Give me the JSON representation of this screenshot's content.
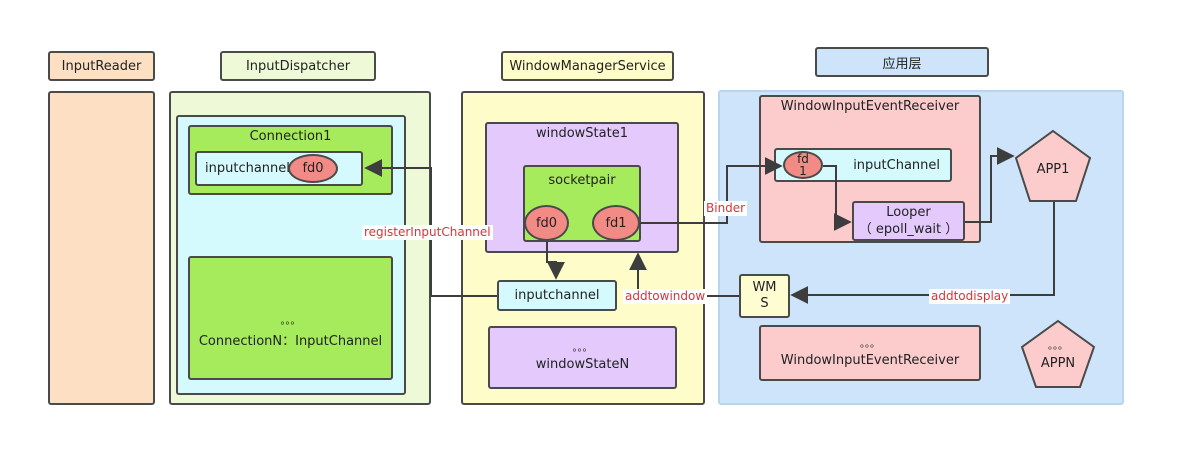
{
  "headers": {
    "input_reader": "InputReader",
    "input_dispatcher": "InputDispatcher",
    "window_manager_service": "WindowManagerService",
    "app_layer": "应用层"
  },
  "dispatcher": {
    "connection1": "Connection1",
    "inputchannel": "inputchannel",
    "fd0": "fd0",
    "dots": "。。。",
    "connectionN": "ConnectionN：InputChannel"
  },
  "wms": {
    "window_state1": "windowState1",
    "socketpair": "socketpair",
    "fd0": "fd0",
    "fd1": "fd1",
    "inputchannel": "inputchannel",
    "dots": "。。。",
    "window_stateN": "windowStateN"
  },
  "app": {
    "receiver": "WindowInputEventReceiver",
    "fd1_line1": "fd",
    "fd1_line2": "1",
    "input_channel": "inputChannel",
    "looper_line1": "Looper",
    "looper_line2": "（ epoll_wait ）",
    "dots": "。。。",
    "receiverN": "WindowInputEventReceiver",
    "app1": "APP1",
    "appN": "APPN",
    "wms_line1": "WM",
    "wms_line2": "S"
  },
  "edge_labels": {
    "register": "registerInputChannel",
    "binder": "Binder",
    "addtowindow": "addtowindow",
    "addtodisplay": "addtodisplay"
  },
  "colors": {
    "peach": "#fde0c4",
    "light_green": "#eef9d8",
    "light_yellow": "#fefcc8",
    "light_blue": "#cde4fb",
    "cyan": "#d4fafd",
    "green": "#a6eb5c",
    "purple": "#e4cafc",
    "pink": "#fbcccb",
    "red": "#f28b86",
    "cream": "#fefcd1",
    "line": "#3d3d3d"
  }
}
